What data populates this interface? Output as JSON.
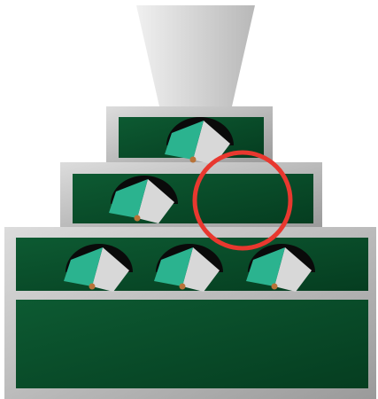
{
  "scene": {
    "description_name": "Pyramid shelf of rolling pieces",
    "tiers": [
      {
        "name": "tier-top",
        "slots": 1,
        "pieces": [
          true
        ]
      },
      {
        "name": "tier-middle",
        "slots": 2,
        "pieces": [
          true,
          false
        ]
      },
      {
        "name": "tier-bottom",
        "slots": 3,
        "pieces": [
          true,
          true,
          true
        ]
      },
      {
        "name": "tier-base",
        "slots": 0,
        "pieces": []
      }
    ],
    "highlight": {
      "tier": "tier-middle",
      "slot": 2,
      "shape": "circle"
    }
  },
  "colors": {
    "frame_light": "#dcdcdc",
    "frame_dark": "#9a9a9a",
    "panel_light": "#0d5a32",
    "panel_dark": "#053d20",
    "funnel_light": "#f0f0f0",
    "funnel_dark": "#b8b8b8",
    "piece_teal": "#2bb38f",
    "piece_gray": "#d8d8d8",
    "piece_shadow": "#0a0a0a",
    "piece_dot": "#b87338",
    "highlight_ring": "#e8382f"
  },
  "icons": {
    "funnel": "funnel-icon",
    "piece": "cube-piece-icon",
    "highlight": "target-ring-icon"
  }
}
